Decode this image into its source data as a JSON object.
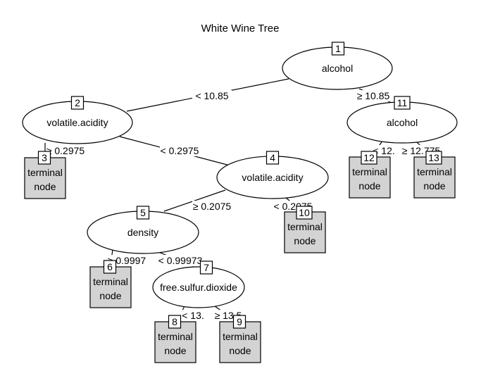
{
  "title": "White Wine Tree",
  "colors": {
    "terminal_fill": "#d3d3d3",
    "stroke": "#000000",
    "background": "#ffffff"
  },
  "nodes": [
    {
      "id": "1",
      "label": "alcohol",
      "kind": "split"
    },
    {
      "id": "2",
      "label": "volatile.acidity",
      "kind": "split"
    },
    {
      "id": "3",
      "label": "terminal node",
      "kind": "terminal"
    },
    {
      "id": "4",
      "label": "volatile.acidity",
      "kind": "split"
    },
    {
      "id": "5",
      "label": "density",
      "kind": "split"
    },
    {
      "id": "6",
      "label": "terminal node",
      "kind": "terminal"
    },
    {
      "id": "7",
      "label": "free.sulfur.dioxide",
      "kind": "split"
    },
    {
      "id": "8",
      "label": "terminal node",
      "kind": "terminal"
    },
    {
      "id": "9",
      "label": "terminal node",
      "kind": "terminal"
    },
    {
      "id": "10",
      "label": "terminal node",
      "kind": "terminal"
    },
    {
      "id": "11",
      "label": "alcohol",
      "kind": "split"
    },
    {
      "id": "12",
      "label": "terminal node",
      "kind": "terminal"
    },
    {
      "id": "13",
      "label": "terminal node",
      "kind": "terminal"
    }
  ],
  "edges": [
    {
      "from": "1",
      "to": "2",
      "label": "< 10.85"
    },
    {
      "from": "1",
      "to": "11",
      "label": "≥ 10.85"
    },
    {
      "from": "2",
      "to": "3",
      "label": "≥ 0.2975"
    },
    {
      "from": "2",
      "to": "4",
      "label": "< 0.2975"
    },
    {
      "from": "4",
      "to": "5",
      "label": "≥ 0.2075"
    },
    {
      "from": "4",
      "to": "10",
      "label": "< 0.2075"
    },
    {
      "from": "5",
      "to": "6",
      "label": "≥ 0.9997"
    },
    {
      "from": "5",
      "to": "7",
      "label": "< 0.99973"
    },
    {
      "from": "7",
      "to": "8",
      "label": "< 13."
    },
    {
      "from": "7",
      "to": "9",
      "label": "≥ 13.5"
    },
    {
      "from": "11",
      "to": "12",
      "label": "< 12."
    },
    {
      "from": "11",
      "to": "13",
      "label": "≥ 12.775"
    }
  ]
}
